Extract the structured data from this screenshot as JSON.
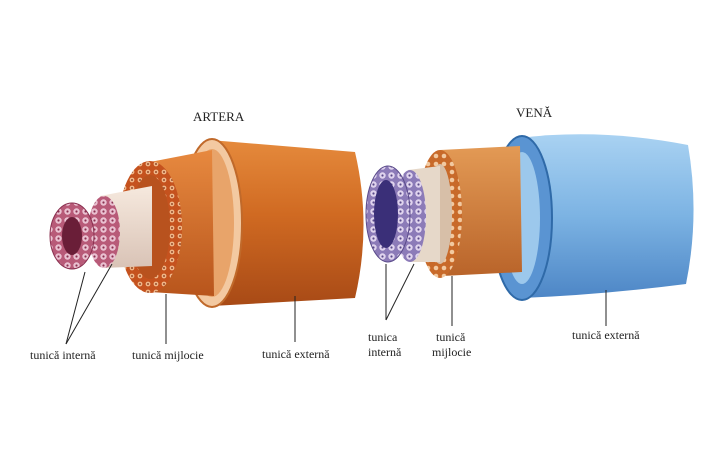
{
  "artery": {
    "title": "ARTERA",
    "labels": {
      "inner": "tunică internă",
      "middle": "tunică mijlocie",
      "outer": "tunică externă"
    }
  },
  "vein": {
    "title": "VENĂ",
    "labels": {
      "inner_line1": "tunica",
      "inner_line2": "internă",
      "middle_line1": "tunică",
      "middle_line2": "mijlocie",
      "outer": "tunică externă"
    }
  },
  "colors": {
    "artery_outer": "#d9792c",
    "artery_middle": "#c2541e",
    "artery_inner": "#e9b0a0",
    "artery_lumen": "#b0506a",
    "vein_outer": "#7fb6e6",
    "vein_middle": "#d27a38",
    "vein_inner": "#c9b3d9",
    "vein_lumen": "#5b4e9c"
  }
}
